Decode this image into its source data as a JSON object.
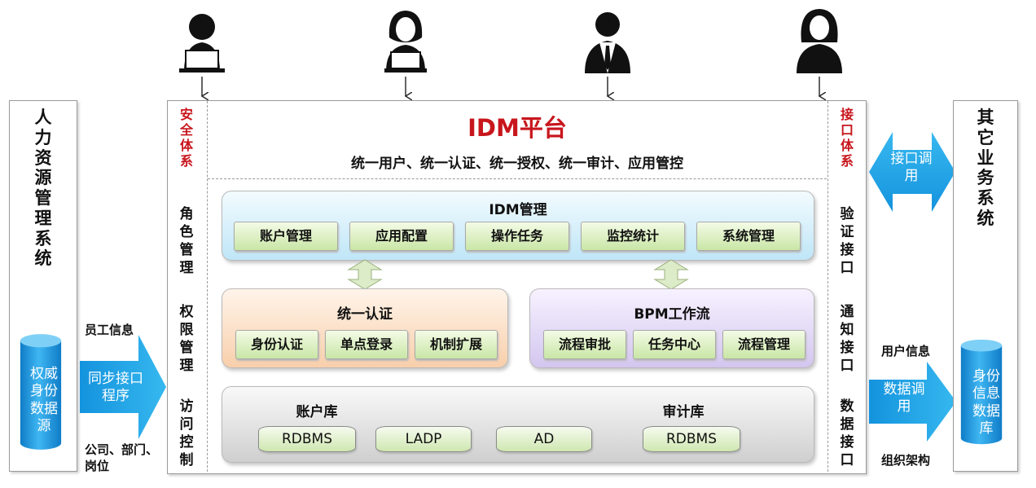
{
  "left_system": {
    "title": "人力资源管理系统",
    "db_label": "权威身份数据源"
  },
  "right_system": {
    "title": "其它业务系统",
    "db_label": "身份信息数据库"
  },
  "left_arrow": {
    "label": "同步接口程序",
    "top_label": "员工信息",
    "bottom_label": "公司、部门、岗位"
  },
  "right_top_arrow": {
    "label": "接口调用"
  },
  "right_bottom_arrow": {
    "label": "数据调用",
    "top_label": "用户信息",
    "bottom_label": "组织架构"
  },
  "security": {
    "title": "安全体系",
    "items": [
      "角色管理",
      "权限管理",
      "访问控制"
    ]
  },
  "interface": {
    "title": "接口体系",
    "items": [
      "验证接口",
      "通知接口",
      "数据接口"
    ]
  },
  "platform": {
    "title": "IDM平台",
    "subtitle": "统一用户、统一认证、统一授权、统一审计、应用管控"
  },
  "idm_mgmt": {
    "title": "IDM管理",
    "items": [
      "账户管理",
      "应用配置",
      "操作任务",
      "监控统计",
      "系统管理"
    ]
  },
  "auth": {
    "title": "统一认证",
    "items": [
      "身份认证",
      "单点登录",
      "机制扩展"
    ]
  },
  "bpm": {
    "title": "BPM工作流",
    "items": [
      "流程审批",
      "任务中心",
      "流程管理"
    ]
  },
  "storage": {
    "account_db_title": "账户库",
    "audit_db_title": "审计库",
    "dbs": [
      "RDBMS",
      "LADP",
      "AD",
      "RDBMS"
    ]
  },
  "colors": {
    "accent_red": "#c8161d",
    "arrow_blue": "#1aa3e8",
    "db_blue": "#1f9ce0"
  }
}
